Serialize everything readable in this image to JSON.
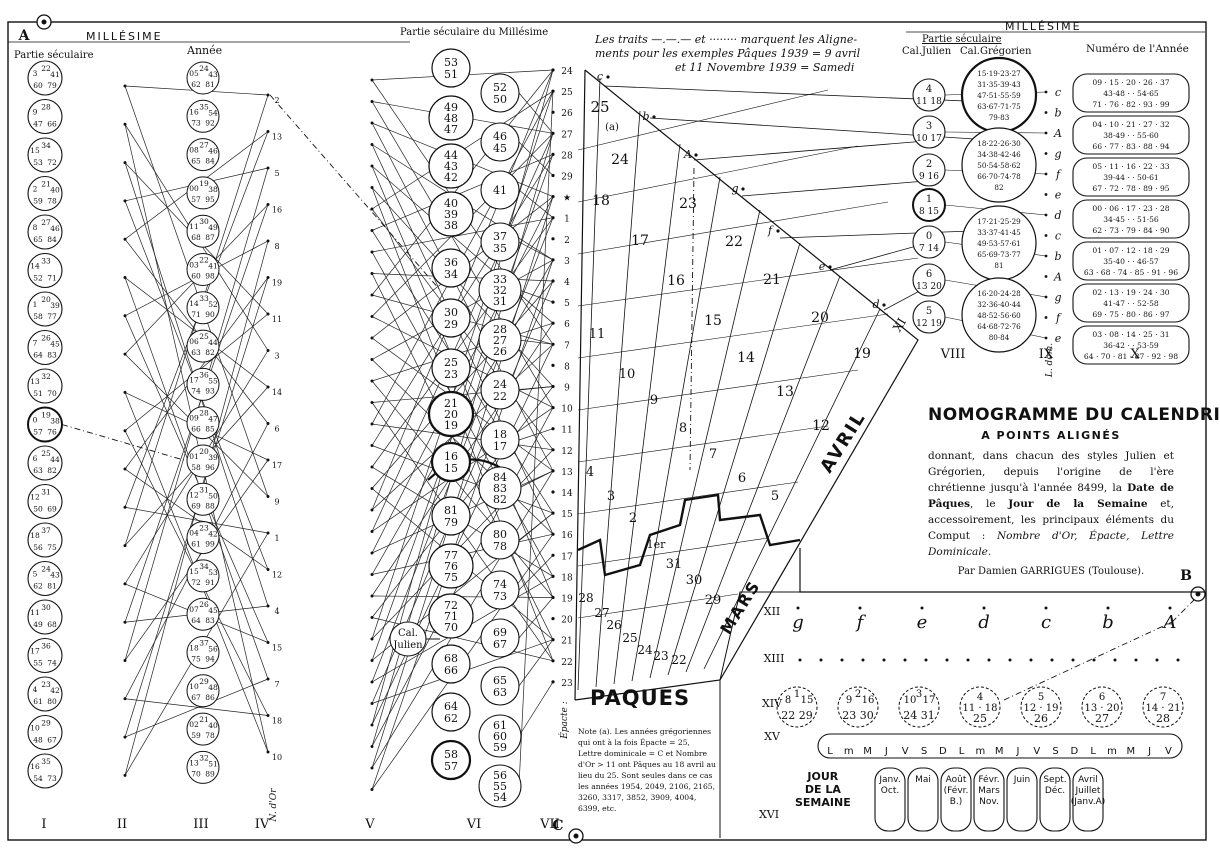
{
  "header": {
    "millesime_left": "MILLÉSIME",
    "partie_seculaire": "Partie séculaire",
    "annee": "Année",
    "partie_seculaire_du_millesime": "Partie séculaire du Millésime",
    "millesime_right": "MILLÉSIME",
    "partie_seculaire_right": "Partie séculaire",
    "cal_julien": "Cal.Julien",
    "cal_gregorien": "Cal.Grégorien",
    "numero_annee": "Numéro de l'Année",
    "traits_note_line1": "Les traits —.—.— et ········ marquent les Aligne-",
    "traits_note_line2": "ments pour les exemples Pâques 1939 = 9 avril",
    "traits_note_line3": "et 11 Novembre 1939 = Samedi"
  },
  "corner_letters": {
    "A": "A",
    "B": "B",
    "C": "C"
  },
  "roman_columns": [
    "I",
    "II",
    "III",
    "IV",
    "V",
    "VI",
    "VII",
    "VIII",
    "IX",
    "X",
    "XI",
    "XII",
    "XIII",
    "XIV",
    "XV",
    "XVI"
  ],
  "axis_labels": {
    "nombre_dor": "N. d'Or",
    "epacte": "Épacte :",
    "lettre_dominicale": "L. dom."
  },
  "col1_circles": [
    [
      "3",
      "22",
      "41",
      "60",
      "79"
    ],
    [
      "9",
      "28",
      "",
      "47",
      "66"
    ],
    [
      "15",
      "34",
      "",
      "53",
      "72"
    ],
    [
      "2",
      "21",
      "40",
      "59",
      "78"
    ],
    [
      "8",
      "27",
      "46",
      "65",
      "84"
    ],
    [
      "14",
      "33",
      "",
      "52",
      "71"
    ],
    [
      "1",
      "20",
      "39",
      "58",
      "77"
    ],
    [
      "7",
      "26",
      "45",
      "64",
      "83"
    ],
    [
      "13",
      "32",
      "",
      "51",
      "70"
    ],
    [
      "0",
      "19",
      "38",
      "57",
      "76"
    ],
    [
      "6",
      "25",
      "44",
      "63",
      "82"
    ],
    [
      "12",
      "31",
      "",
      "50",
      "69"
    ],
    [
      "18",
      "37",
      "",
      "56",
      "75"
    ],
    [
      "5",
      "24",
      "43",
      "62",
      "81"
    ],
    [
      "11",
      "30",
      "",
      "49",
      "68"
    ],
    [
      "17",
      "36",
      "",
      "55",
      "74"
    ],
    [
      "4",
      "23",
      "42",
      "61",
      "80"
    ],
    [
      "10",
      "29",
      "",
      "48",
      "67"
    ],
    [
      "16",
      "35",
      "",
      "54",
      "73"
    ]
  ],
  "col3_circles": [
    [
      "05",
      "24",
      "43",
      "62",
      "81"
    ],
    [
      "16",
      "35",
      "54",
      "73",
      "92"
    ],
    [
      "08",
      "27",
      "46",
      "65",
      "84"
    ],
    [
      "00",
      "19",
      "38",
      "57",
      "95"
    ],
    [
      "11",
      "30",
      "49",
      "68",
      "87"
    ],
    [
      "03",
      "22",
      "41",
      "60",
      "98"
    ],
    [
      "14",
      "33",
      "52",
      "71",
      "90"
    ],
    [
      "06",
      "25",
      "44",
      "63",
      "82"
    ],
    [
      "17",
      "36",
      "55",
      "74",
      "93"
    ],
    [
      "09",
      "28",
      "47",
      "66",
      "85"
    ],
    [
      "01",
      "20",
      "39",
      "58",
      "96"
    ],
    [
      "12",
      "31",
      "50",
      "69",
      "88"
    ],
    [
      "04",
      "23",
      "42",
      "61",
      "99"
    ],
    [
      "15",
      "34",
      "53",
      "72",
      "91"
    ],
    [
      "07",
      "26",
      "45",
      "64",
      "83"
    ],
    [
      "18",
      "37",
      "56",
      "75",
      "94"
    ],
    [
      "10",
      "29",
      "48",
      "67",
      "86"
    ],
    [
      "02",
      "21",
      "40",
      "59",
      "78"
    ],
    [
      "13",
      "32",
      "51",
      "70",
      "89"
    ]
  ],
  "col4_numbers": [
    "2",
    "13",
    "5",
    "16",
    "8",
    "19",
    "11",
    "3",
    "14",
    "6",
    "17",
    "9",
    "1",
    "12",
    "4",
    "15",
    "7",
    "18",
    "10"
  ],
  "col5_circles": [
    [
      "53",
      "51"
    ],
    [
      "49",
      "48",
      "47"
    ],
    [
      "44",
      "43",
      "42"
    ],
    [
      "40",
      "39",
      "38"
    ],
    [
      "36",
      "34"
    ],
    [
      "30",
      "29"
    ],
    [
      "25",
      "23"
    ],
    [
      "21",
      "20",
      "19"
    ],
    [
      "16",
      "15"
    ],
    [
      "81",
      "79"
    ],
    [
      "77",
      "76",
      "75"
    ],
    [
      "72",
      "71",
      "70"
    ],
    [
      "68",
      "66"
    ],
    [
      "64",
      "62"
    ],
    [
      "58",
      "57"
    ]
  ],
  "col6_circles": [
    [
      "52",
      "50"
    ],
    [
      "46",
      "45"
    ],
    [
      "41"
    ],
    [
      "37",
      "35"
    ],
    [
      "33",
      "32",
      "31"
    ],
    [
      "28",
      "27",
      "26"
    ],
    [
      "24",
      "22"
    ],
    [
      "18",
      "17"
    ],
    [
      "84",
      "83",
      "82"
    ],
    [
      "80",
      "78"
    ],
    [
      "74",
      "73"
    ],
    [
      "69",
      "67"
    ],
    [
      "65",
      "63"
    ],
    [
      "61",
      "60",
      "59"
    ],
    [
      "56",
      "55",
      "54"
    ]
  ],
  "cal_julien_label": "Cal. Julien",
  "epacte_values": [
    "24",
    "25",
    "26",
    "27",
    "28",
    "29",
    "★",
    "1",
    "2",
    "3",
    "4",
    "5",
    "6",
    "7",
    "8",
    "9",
    "10",
    "11",
    "12",
    "13",
    "14",
    "15",
    "16",
    "17",
    "18",
    "19",
    "20",
    "21",
    "22",
    "23"
  ],
  "fan_letters": [
    "c",
    "b",
    "A",
    "g",
    "f",
    "e",
    "d"
  ],
  "fan_numbers": [
    "25",
    "(a)",
    "24",
    "23",
    "22",
    "21",
    "20",
    "19",
    "18",
    "17",
    "16",
    "15",
    "14",
    "13",
    "12",
    "11",
    "10",
    "9",
    "8",
    "7",
    "6",
    "5",
    "4",
    "3",
    "2",
    "1er",
    "31",
    "30",
    "29",
    "28",
    "27",
    "26",
    "25",
    "24",
    "23",
    "22"
  ],
  "months": {
    "avril": "AVRIL",
    "mars": "MARS"
  },
  "paques": "PAQUES",
  "footnote": "Note (a). Les années grégoriennes qui ont à la fois Épacte = 25, Lettre dominicale = C et Nombre d'Or > 11 ont Pâques au 18 avril au lieu du 25. Sont seules dans ce cas les années 1954, 2049, 2106, 2165, 3260, 3317, 3852, 3909, 4004, 6399, etc.",
  "col8_circles": [
    [
      "4",
      "11",
      "18"
    ],
    [
      "3",
      "10",
      "17"
    ],
    [
      "2",
      "9",
      "16"
    ],
    [
      "1",
      "8",
      "15"
    ],
    [
      "0",
      "7",
      "14"
    ],
    [
      "6",
      "13",
      "20"
    ],
    [
      "5",
      "12",
      "19"
    ]
  ],
  "col8_greg_circles": [
    [
      "15",
      "19",
      "23",
      "27",
      "31",
      "35",
      "39",
      "43",
      "47",
      "51",
      "55",
      "59",
      "63",
      "67",
      "71",
      "75",
      "79",
      "83"
    ],
    [
      "18",
      "22",
      "26",
      "30",
      "34",
      "38",
      "42",
      "46",
      "50",
      "54",
      "58",
      "62",
      "66",
      "70",
      "74",
      "78",
      "82"
    ],
    [
      "17",
      "21",
      "25",
      "29",
      "33",
      "37",
      "41",
      "45",
      "49",
      "53",
      "57",
      "61",
      "65",
      "69",
      "73",
      "77",
      "81"
    ],
    [
      "16",
      "20",
      "24",
      "28",
      "32",
      "36",
      "40",
      "44",
      "48",
      "52",
      "56",
      "60",
      "64",
      "68",
      "72",
      "76",
      "80",
      "84"
    ]
  ],
  "col9_letters": [
    "c",
    "b",
    "A",
    "g",
    "f",
    "e",
    "d",
    "c",
    "b",
    "A",
    "g",
    "f",
    "e"
  ],
  "col10_rows": [
    "09 · 15 · 20 · 26 · 37 | 43·48 · · 54·65 | 71 · 76 · 82 · 93 · 99",
    "04 · 10 · 21 · 27 · 32 | 38·49 · · 55·60 | 66 · 77 · 83 · 88 · 94",
    "05 · 11 · 16 · 22 · 33 | 39·44 · · 50·61 | 67 · 72 · 78 · 89 · 95",
    "00 · 06 · 17 · 23 · 28 | 34·45 · · 51·56 | 62 · 73 · 79 · 84 · 90",
    "01 · 07 · 12 · 18 · 29 | 35·40 · · 46·57 | 63 · 68 · 74 · 85 · 91 · 96",
    "02 · 13 · 19 · 24 · 30 | 41·47 · · 52·58 | 69 · 75 · 80 · 86 · 97",
    "03 · 08 · 14 · 25 · 31 | 36·42 · · 53·59 | 64 · 70 · 81 · 87 · 92 · 98"
  ],
  "title": {
    "main": "NOMOGRAMME DU CALENDRIER",
    "sub": "A POINTS ALIGNÉS",
    "body_pre": "donnant, dans chacun des styles Julien et Grégorien, depuis l'origine de l'ère chrétienne jusqu'à l'année 8499, la ",
    "body_bold1": "Date de Pâques",
    "body_mid": ", le ",
    "body_bold2": "Jour de la Semaine",
    "body_post": " et, accessoirement, les principaux éléments du Comput : ",
    "body_ital": "Nombre d'Or, Épacte, Lettre Dominicale.",
    "author": "Par Damien GARRIGUES (Toulouse)."
  },
  "lower_right": {
    "row12_letters": [
      "g",
      "f",
      "e",
      "d",
      "c",
      "b",
      "A"
    ],
    "row14_circles": [
      [
        "8",
        "1",
        "15",
        "22",
        "29"
      ],
      [
        "9",
        "2",
        "16",
        "23",
        "30"
      ],
      [
        "10",
        "3",
        "17",
        "24",
        "31"
      ],
      [
        "4",
        "11",
        "18",
        "25"
      ],
      [
        "5",
        "12",
        "19",
        "26"
      ],
      [
        "6",
        "13",
        "20",
        "27"
      ],
      [
        "7",
        "14",
        "21",
        "28"
      ]
    ],
    "row15_days": [
      "L",
      "m",
      "M",
      "J",
      "V",
      "S",
      "D",
      "L",
      "m",
      "M",
      "J",
      "V",
      "S",
      "D",
      "L",
      "m",
      "M",
      "J",
      "V"
    ],
    "jour_de_la_semaine": [
      "JOUR",
      "DE LA",
      "SEMAINE"
    ],
    "month_groups": [
      [
        "Janv.",
        "Oct."
      ],
      [
        "Mai"
      ],
      [
        "Août",
        "(Févr.",
        "B.)"
      ],
      [
        "Févr.",
        "Mars",
        "Nov."
      ],
      [
        "Juin"
      ],
      [
        "Sept.",
        "Déc."
      ],
      [
        "Avril",
        "Juillet",
        "(Janv.A)"
      ]
    ]
  },
  "examples": {
    "paques_1939": "Pâques 1939 = 9avril",
    "novembre_1939": "11 Novembre 1939 = Samedi"
  }
}
